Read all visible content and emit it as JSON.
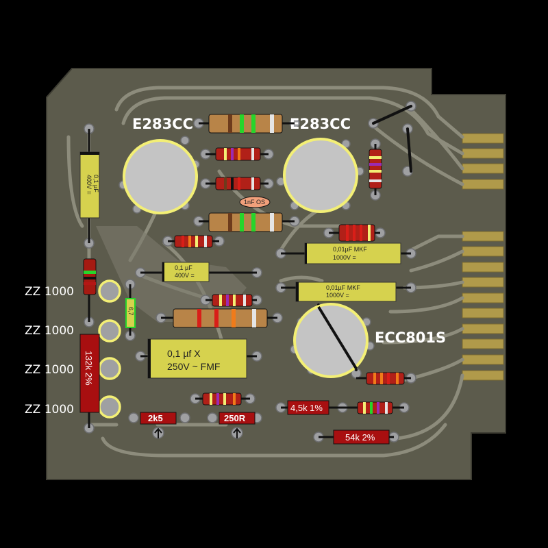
{
  "board": {
    "colors": {
      "background": "#000000",
      "pcb": "#5c5b4c",
      "trace": "#8d8c7c",
      "pad": "#9fa0a2",
      "tube": "#c4c4c4",
      "tube_ring": "#f3ef75",
      "cap_body": "#d6d24e",
      "red_part": "#a80f10"
    },
    "tubes": {
      "left": "E283CC",
      "right": "E283CC",
      "bottom": "ECC801S"
    },
    "zener_labels": [
      "ZZ 1000",
      "ZZ 1000",
      "ZZ 1000",
      "ZZ 1000"
    ],
    "capacitors": {
      "vertical_cap": {
        "line1": "0,1 µF",
        "line2": "400V ="
      },
      "mid_cap": {
        "line1": "0,1 µF",
        "line2": "400V ="
      },
      "mkf_top": {
        "line1": "0,01µF MKF",
        "line2": "1000V ="
      },
      "mkf_bottom": {
        "line1": "0,01µF MKF",
        "line2": "1000V ="
      },
      "big_cap": {
        "line1": "0,1 µf  X",
        "line2": "250V ~ FMF"
      },
      "small_cap": "1nF OS"
    },
    "resistor_labels": {
      "vertical_red": "132k 2%",
      "pot_left": "2k5",
      "pot_right": "250R",
      "precision_1": "4,5k 1%",
      "precision_2": "54k 2%",
      "small_green": "6,7"
    }
  }
}
